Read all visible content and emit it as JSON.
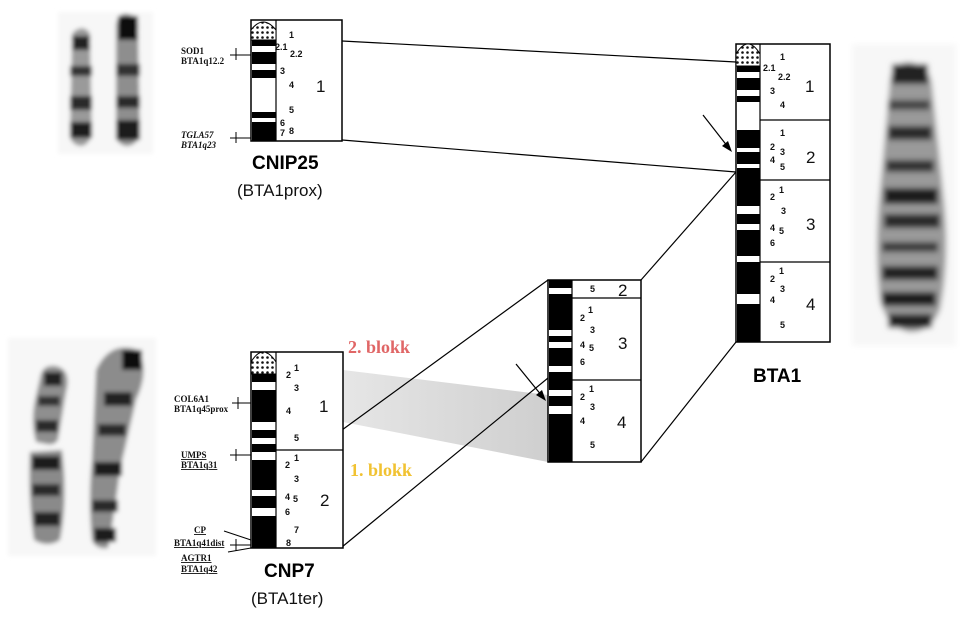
{
  "chromosomes": {
    "cnip25": {
      "name": "CNIP25",
      "subtitle": "(BTA1prox)",
      "region_labels": [
        "1"
      ],
      "band_labels": [
        "1",
        "2.1",
        "2.2",
        "3",
        "4",
        "5",
        "6",
        "7",
        "8"
      ],
      "markers": [
        {
          "gene": "SOD1",
          "locus": "BTA1q12.2"
        },
        {
          "gene": "TGLA57",
          "locus": "BTA1q23"
        }
      ]
    },
    "cnp7": {
      "name": "CNP7",
      "subtitle": "(BTA1ter)",
      "region_labels": [
        "1",
        "2"
      ],
      "band_labels_region1": [
        "2",
        "1",
        "3",
        "4",
        "5"
      ],
      "band_labels_region2": [
        "2",
        "1",
        "3",
        "4",
        "5",
        "6",
        "7",
        "8"
      ],
      "markers": [
        {
          "gene": "COL6A1",
          "locus": "BTA1q45prox"
        },
        {
          "gene": "UMPS",
          "locus": "BTA1q31"
        },
        {
          "gene": "CP",
          "locus": "BTA1q41dist"
        },
        {
          "gene": "AGTR1",
          "locus": "BTA1q42"
        }
      ]
    },
    "middle": {
      "region_labels": [
        "2",
        "3",
        "4"
      ],
      "band_labels_region2": [
        "5"
      ],
      "band_labels_region3": [
        "2",
        "1",
        "3",
        "4",
        "5",
        "6"
      ],
      "band_labels_region4": [
        "2",
        "1",
        "3",
        "4",
        "5"
      ]
    },
    "bta1": {
      "name": "BTA1",
      "region_labels": [
        "1",
        "2",
        "3",
        "4"
      ],
      "band_labels_region1": [
        "1",
        "2.1",
        "2.2",
        "3",
        "4"
      ],
      "band_labels_region2": [
        "1",
        "2",
        "3",
        "4",
        "5"
      ],
      "band_labels_region3": [
        "2",
        "1",
        "3",
        "4",
        "5",
        "6"
      ],
      "band_labels_region4": [
        "2",
        "1",
        "3",
        "4",
        "5"
      ]
    }
  },
  "annotations": {
    "block2": {
      "text": "2. blokk",
      "color": "#e06666"
    },
    "block1": {
      "text": "1. blokk",
      "color": "#f1c232"
    }
  }
}
